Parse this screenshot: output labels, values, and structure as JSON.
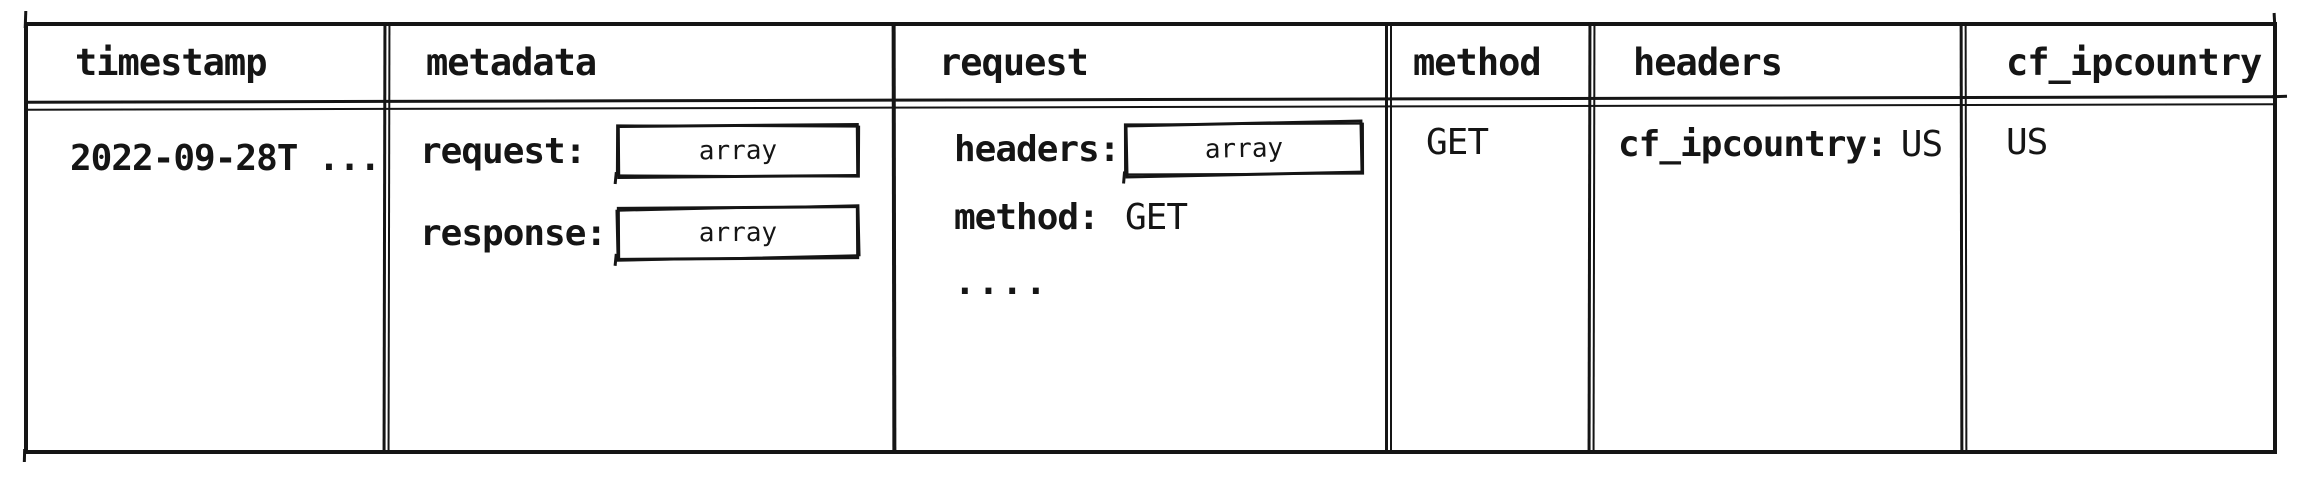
{
  "colors": {
    "ink": "#151515",
    "paper": "#ffffff"
  },
  "table": {
    "columns": [
      {
        "key": "timestamp",
        "label": "timestamp"
      },
      {
        "key": "metadata",
        "label": "metadata"
      },
      {
        "key": "request",
        "label": "request"
      },
      {
        "key": "method",
        "label": "method"
      },
      {
        "key": "headers",
        "label": "headers"
      },
      {
        "key": "cf_ipcountry",
        "label": "cf_ipcountry"
      }
    ],
    "row": {
      "timestamp": "2022-09-28T ...",
      "metadata": {
        "fields": [
          {
            "label": "request:",
            "value": "array",
            "value_type": "array-chip"
          },
          {
            "label": "response:",
            "value": "array",
            "value_type": "array-chip"
          }
        ]
      },
      "request": {
        "fields": [
          {
            "label": "headers:",
            "value": "array",
            "value_type": "array-chip"
          },
          {
            "label": "method:",
            "value": "GET",
            "value_type": "text"
          }
        ],
        "ellipsis": "...."
      },
      "method": "GET",
      "headers": {
        "label": "cf_ipcountry:",
        "value": "US"
      },
      "cf_ipcountry": "US"
    }
  }
}
